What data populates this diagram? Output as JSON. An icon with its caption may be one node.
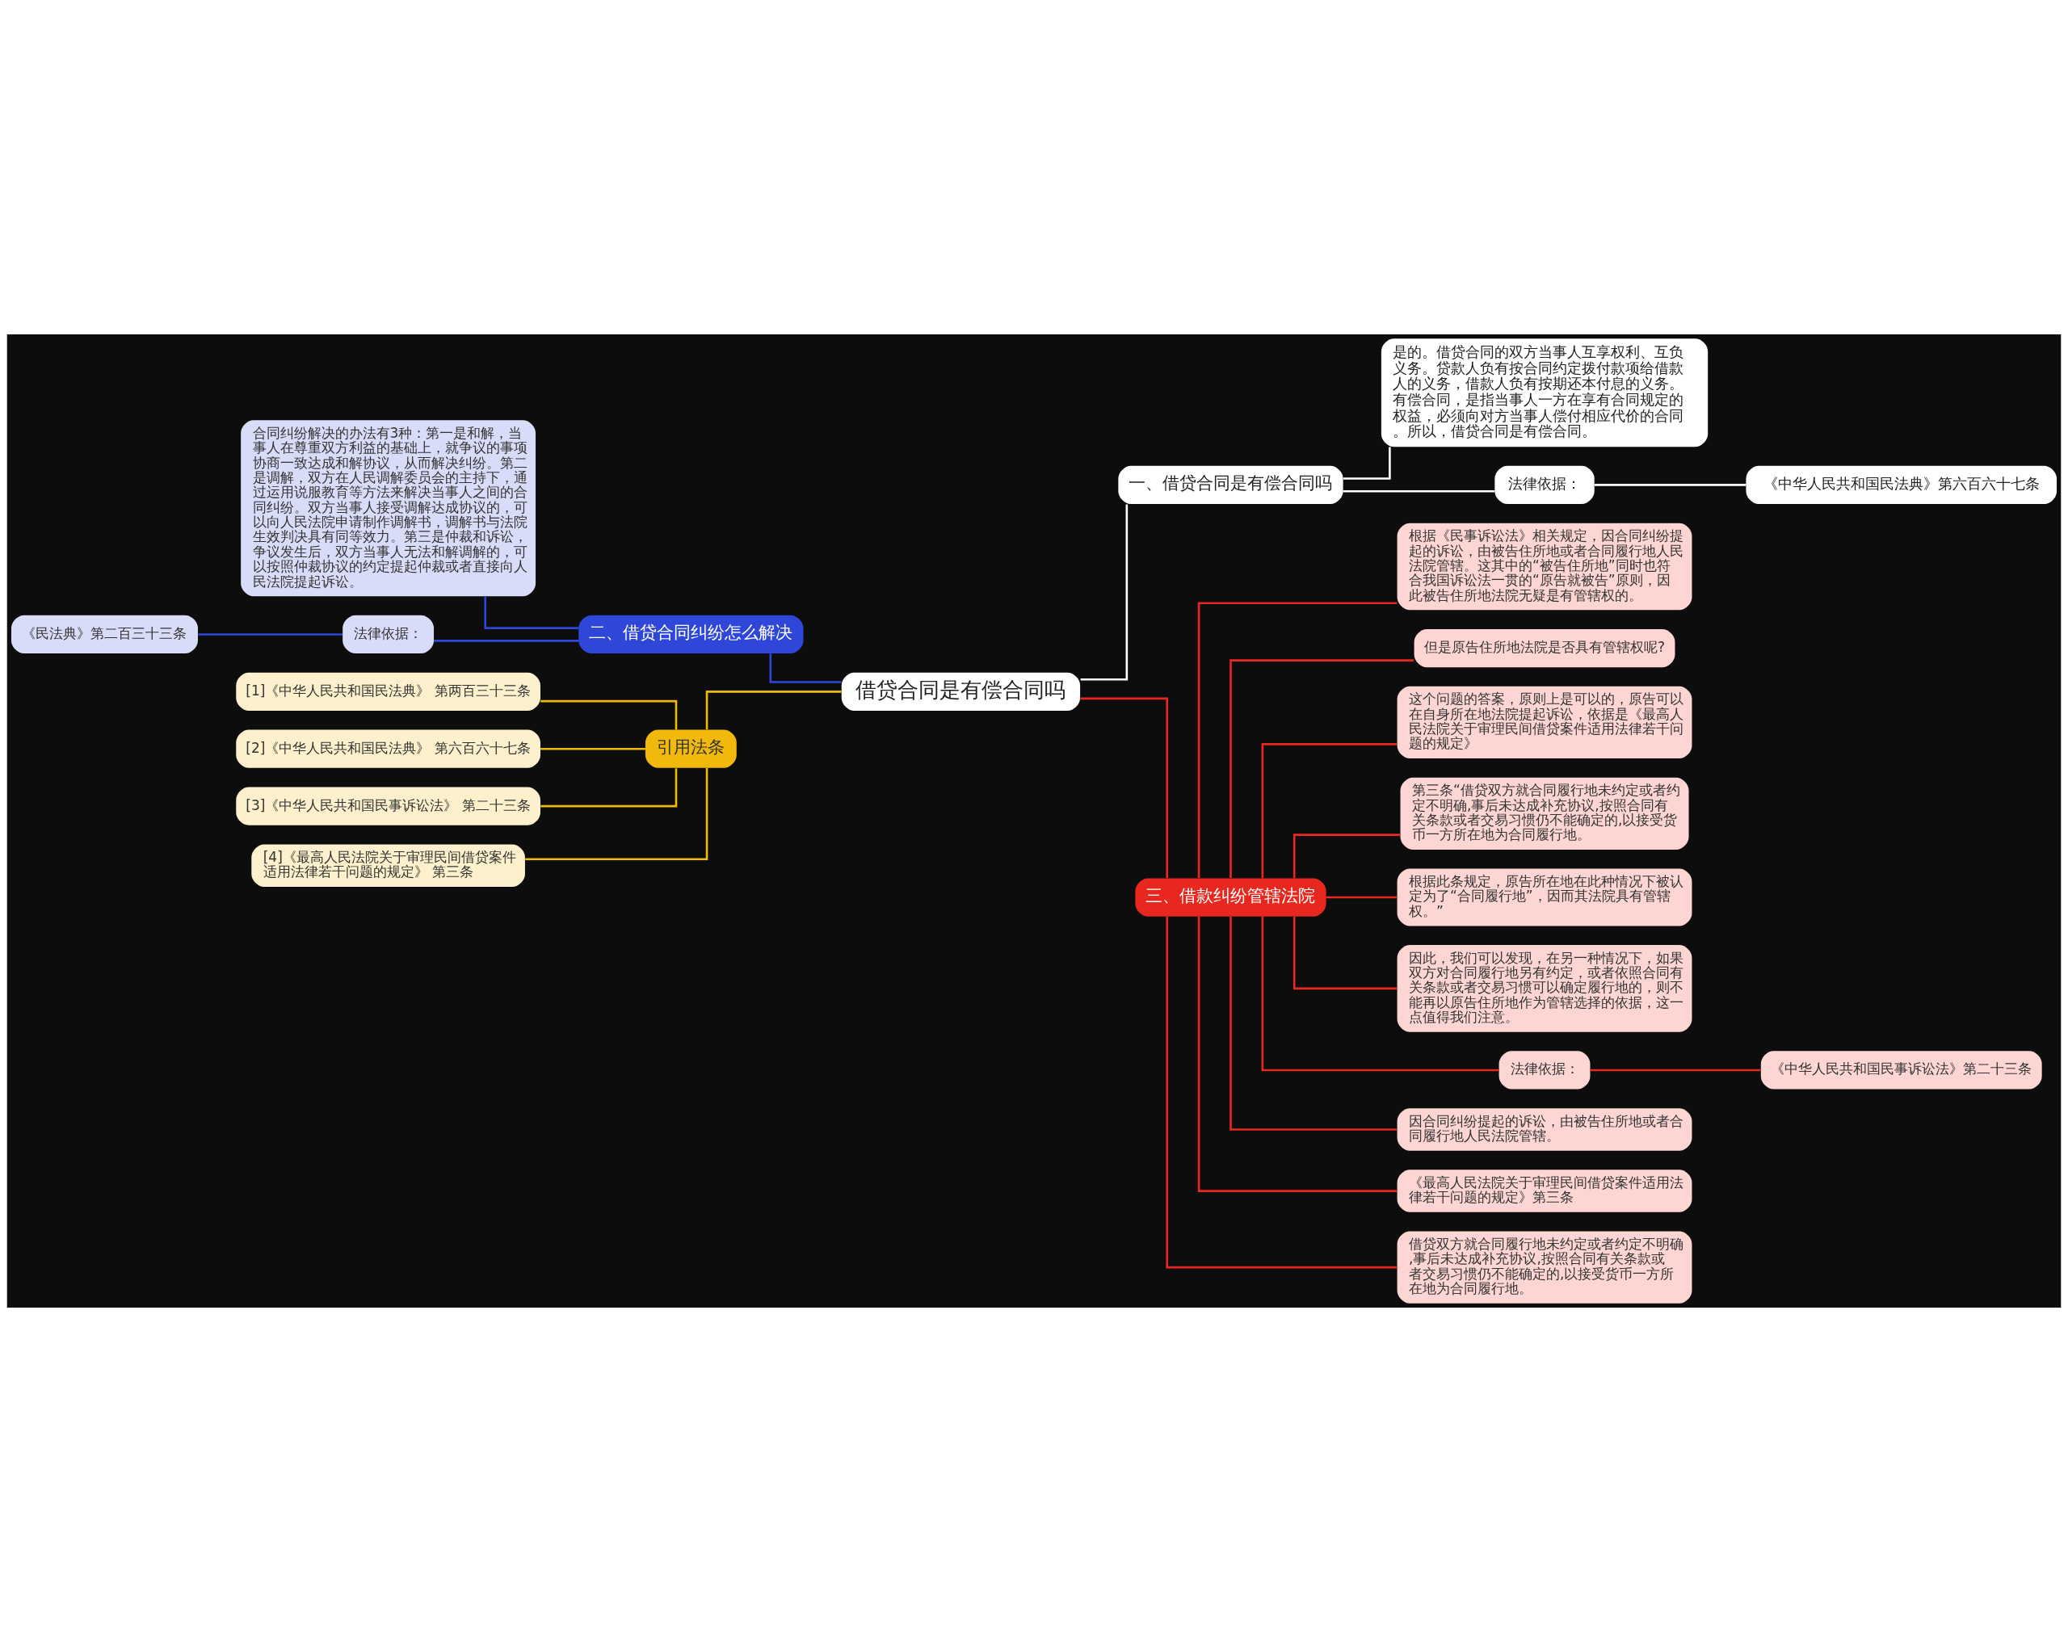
{
  "diagram": {
    "nodes": [
      {
        "text": [
          "借贷合同是有偿合同吗"
        ]
      },
      {
        "text": [
          "一、借贷合同是有偿合同吗"
        ]
      },
      {
        "text": [
          "是的。借贷合同的双方当事人互享权利、互负义务。贷款人负有按合同约定拨付款项给借款人的义务，借款人负有按期还本付息的义务。有偿合同，是指当事人一方在享有合同规定的权益，必须向对方当事人偿付相应代价的合同。所以，借贷合同是有偿合同。"
        ]
      },
      {
        "text": [
          "法律依据："
        ]
      },
      {
        "text": [
          "《中华人民共和国民法典》第六百六十七条"
        ]
      },
      {
        "text": [
          "三、借款纠纷管辖法院"
        ]
      },
      {
        "text": [
          "根据《民事诉讼法》相关规定，因合同纠纷提起的诉讼，由被告住所地或者合同履行地人民法院管辖。这其中的“被告住所地”同时也符合我国诉讼法一贯的“原告就被告”原则，因此被告住所地法院无疑是有管辖权的。"
        ]
      },
      {
        "text": [
          "但是原告住所地法院是否具有管辖权呢?"
        ]
      },
      {
        "text": [
          "这个问题的答案，原则上是可以的，原告可以在自身所在地法院提起诉讼，依据是《最高人民法院关于审理民间借贷案件适用法律若干问题的规定》"
        ]
      },
      {
        "text": [
          "第三条“借贷双方就合同履行地未约定或者约定不明确,事后未达成补充协议,按照合同有关条款或者交易习惯仍不能确定的,以接受货币一方所在地为合同履行地。"
        ]
      },
      {
        "text": [
          "根据此条规定，原告所在地在此种情况下被认定为了“合同履行地”，因而其法院具有管辖权。”"
        ]
      },
      {
        "text": [
          "因此，我们可以发现，在另一种情况下，如果双方对合同履行地另有约定，或者依照合同有关条款或者交易习惯可以确定履行地的，则不能再以原告住所地作为管辖选择的依据，这一点值得我们注意。"
        ]
      },
      {
        "text": [
          "法律依据："
        ]
      },
      {
        "text": [
          "《中华人民共和国民事诉讼法》第二十三条"
        ]
      },
      {
        "text": [
          "因合同纠纷提起的诉讼，由被告住所地或者合同履行地人民法院管辖。"
        ]
      },
      {
        "text": [
          "《最高人民法院关于审理民间借贷案件适用法律若干问题的规定》第三条"
        ]
      },
      {
        "text": [
          "借贷双方就合同履行地未约定或者约定不明确,事后未达成补充协议,按照合同有关条款或者交易习惯仍不能确定的,以接受货币一方所在地为合同履行地。"
        ]
      },
      {
        "text": [
          "二、借贷合同纠纷怎么解决"
        ]
      },
      {
        "text": [
          "合同纠纷解决的办法有3种：第一是和解，当事人在尊重双方利益的基础上，就争议的事项协商一致达成和解协议，从而解决纠纷。第二是调解，双方在人民调解委员会的主持下，通过运用说服教育等方法来解决当事人之间的合同纠纷。双方当事人接受调解达成协议的，可以向人民法院申请制作调解书，调解书与法院生效判决具有同等效力。第三是仲裁和诉讼，争议发生后，双方当事人无法和解调解的，可以按照仲裁协议的约定提起仲裁或者直接向人民法院提起诉讼。"
        ]
      },
      {
        "text": [
          "法律依据："
        ]
      },
      {
        "text": [
          "《民法典》第二百三十三条"
        ]
      },
      {
        "text": [
          "引用法条"
        ]
      },
      {
        "text": [
          "[1]《中华人民共和国民法典》 第两百三十三条"
        ]
      },
      {
        "text": [
          "[2]《中华人民共和国民法典》 第六百六十七条"
        ]
      },
      {
        "text": [
          "[3]《中华人民共和国民事诉讼法》 第二十三条"
        ]
      },
      {
        "text": [
          "[4]《最高人民法院关于审理民间借贷案件适用法律若干问题的规定》 第三条"
        ]
      }
    ],
    "edges": [
      {
        "from": 0,
        "to": 1,
        "arrow": "none",
        "color": "#ffffff"
      },
      {
        "from": 1,
        "to": 2,
        "arrow": "none",
        "color": "#ffffff"
      },
      {
        "from": 1,
        "to": 3,
        "arrow": "none",
        "color": "#ffffff"
      },
      {
        "from": 3,
        "to": 4,
        "arrow": "none",
        "color": "#ffffff"
      },
      {
        "from": 0,
        "to": 5,
        "arrow": "none"
      },
      {
        "from": 5,
        "to": 6,
        "arrow": "none"
      },
      {
        "from": 5,
        "to": 7,
        "arrow": "none"
      },
      {
        "from": 5,
        "to": 8,
        "arrow": "none"
      },
      {
        "from": 5,
        "to": 9,
        "arrow": "none"
      },
      {
        "from": 5,
        "to": 10,
        "arrow": "none"
      },
      {
        "from": 5,
        "to": 11,
        "arrow": "none"
      },
      {
        "from": 5,
        "to": 12,
        "arrow": "none"
      },
      {
        "from": 12,
        "to": 13,
        "arrow": "none"
      },
      {
        "from": 5,
        "to": 14,
        "arrow": "none"
      },
      {
        "from": 5,
        "to": 15,
        "arrow": "none"
      },
      {
        "from": 5,
        "to": 16,
        "arrow": "none"
      },
      {
        "from": 0,
        "to": 17,
        "arrow": "none",
        "color": "#2f47d8"
      },
      {
        "from": 17,
        "to": 18,
        "arrow": "none",
        "color": "#2f47d8"
      },
      {
        "from": 17,
        "to": 19,
        "arrow": "none",
        "color": "#2f47d8"
      },
      {
        "from": 19,
        "to": 20,
        "arrow": "none",
        "color": "#2f47d8"
      },
      {
        "from": 0,
        "to": 21,
        "arrow": "none",
        "color": "#f0b90b"
      },
      {
        "from": 21,
        "to": 22,
        "arrow": "none",
        "color": "#f0b90b"
      },
      {
        "from": 21,
        "to": 23,
        "arrow": "none",
        "color": "#f0b90b"
      },
      {
        "from": 21,
        "to": 24,
        "arrow": "none",
        "color": "#f0b90b"
      },
      {
        "from": 21,
        "to": 25,
        "arrow": "none",
        "color": "#f0b90b"
      }
    ]
  }
}
